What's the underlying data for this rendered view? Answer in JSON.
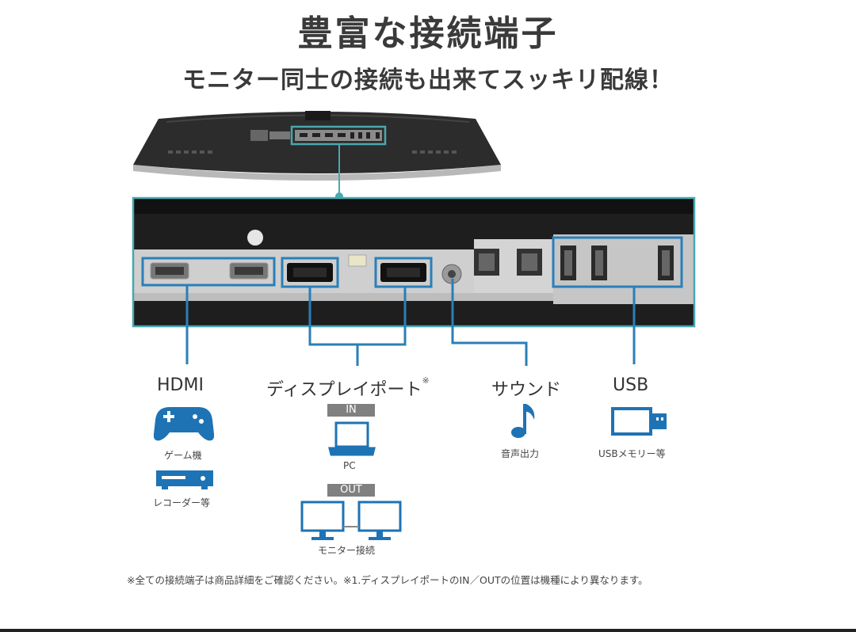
{
  "header": {
    "title": "豊富な接続端子",
    "subtitle": "モニター同士の接続も出来てスッキリ配線！"
  },
  "ports": {
    "hdmi": {
      "label": "HDMI",
      "uses": [
        "ゲーム機",
        "レコーダー等"
      ]
    },
    "displayport": {
      "label": "ディスプレイポート",
      "note_mark": "※",
      "in_tag": "IN",
      "in_use": "PC",
      "out_tag": "OUT",
      "out_use": "モニター接続"
    },
    "sound": {
      "label": "サウンド",
      "use": "音声出力"
    },
    "usb": {
      "label": "USB",
      "use": "USBメモリー等"
    }
  },
  "footnote": "※全ての接続端子は商品詳細をご確認ください。※1.ディスプレイポートのIN／OUTの位置は機種により異なります。",
  "colors": {
    "accent_teal": "#4aa8b0",
    "connector_blue": "#2a7fb8",
    "icon_blue": "#1e73b4",
    "tag_gray": "#808080"
  }
}
